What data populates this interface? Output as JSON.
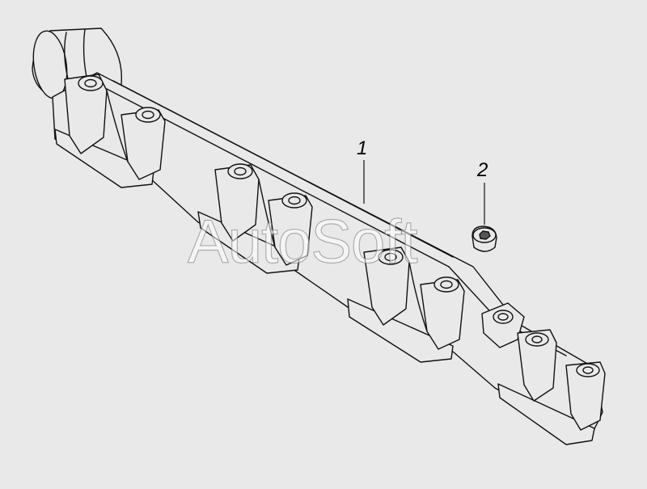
{
  "diagram": {
    "callouts": [
      {
        "id": "1",
        "label": "1"
      },
      {
        "id": "2",
        "label": "2"
      }
    ],
    "watermark": "AutoSoft",
    "colors": {
      "background": "#e9e9e9",
      "part_fill": "#e9e9e9",
      "line": "#111111"
    }
  }
}
